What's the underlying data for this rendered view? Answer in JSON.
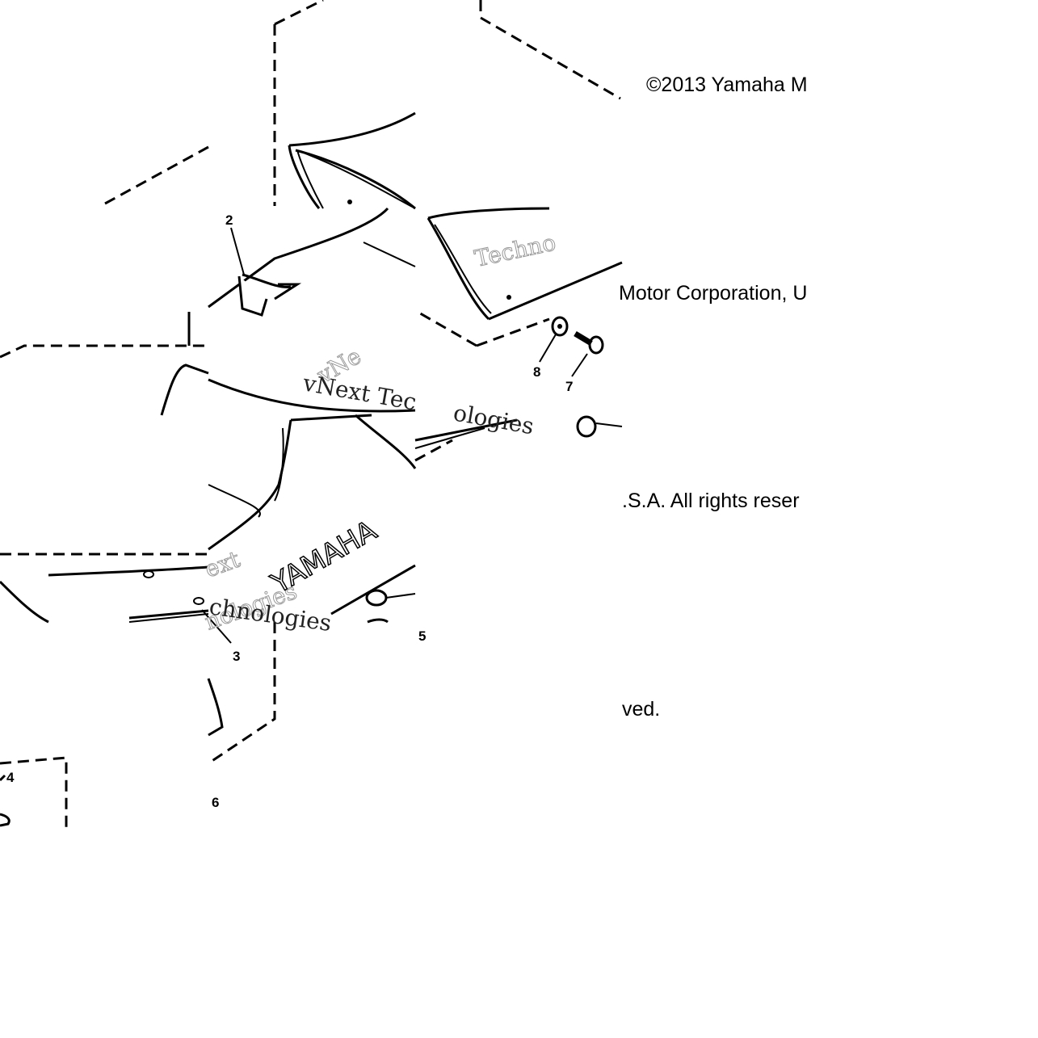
{
  "copyright": {
    "line1": "©2013 Yamaha M",
    "line2": "Motor Corporation, U",
    "line3": ".S.A. All rights reser",
    "line4": "ved."
  },
  "callouts": [
    "2",
    "3",
    "4",
    "5",
    "6",
    "7",
    "8"
  ],
  "brand_mark": "YAMAHA",
  "watermark": {
    "serif": "vNext Tec",
    "serif2": "ologies",
    "serif3": "chnologies",
    "outline_a": "Techno",
    "outline_b": "vNe",
    "outline_c": "ext",
    "outline_d": "nologies"
  }
}
